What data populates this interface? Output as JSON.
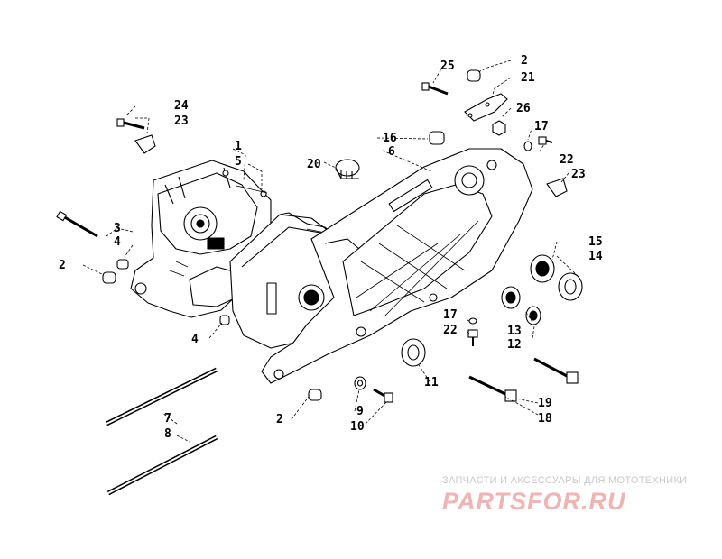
{
  "callouts": {
    "c1": "1",
    "c2a": "2",
    "c2b": "2",
    "c2c": "2",
    "c3": "3",
    "c4a": "4",
    "c4b": "4",
    "c5": "5",
    "c6": "6",
    "c7": "7",
    "c8": "8",
    "c9": "9",
    "c10": "10",
    "c11": "11",
    "c12": "12",
    "c13": "13",
    "c14": "14",
    "c15": "15",
    "c16": "16",
    "c17a": "17",
    "c17b": "17",
    "c18": "18",
    "c19": "19",
    "c20": "20",
    "c21": "21",
    "c22a": "22",
    "c22b": "22",
    "c23a": "23",
    "c23b": "23",
    "c24": "24",
    "c25": "25",
    "c26": "26"
  },
  "watermark": {
    "tagline": "ЗАПЧАСТИ И АКСЕССУАРЫ ДЛЯ МОТОТЕХНИКИ",
    "logo": "PARTSFOR.RU",
    "color": "#e8a0a0"
  }
}
